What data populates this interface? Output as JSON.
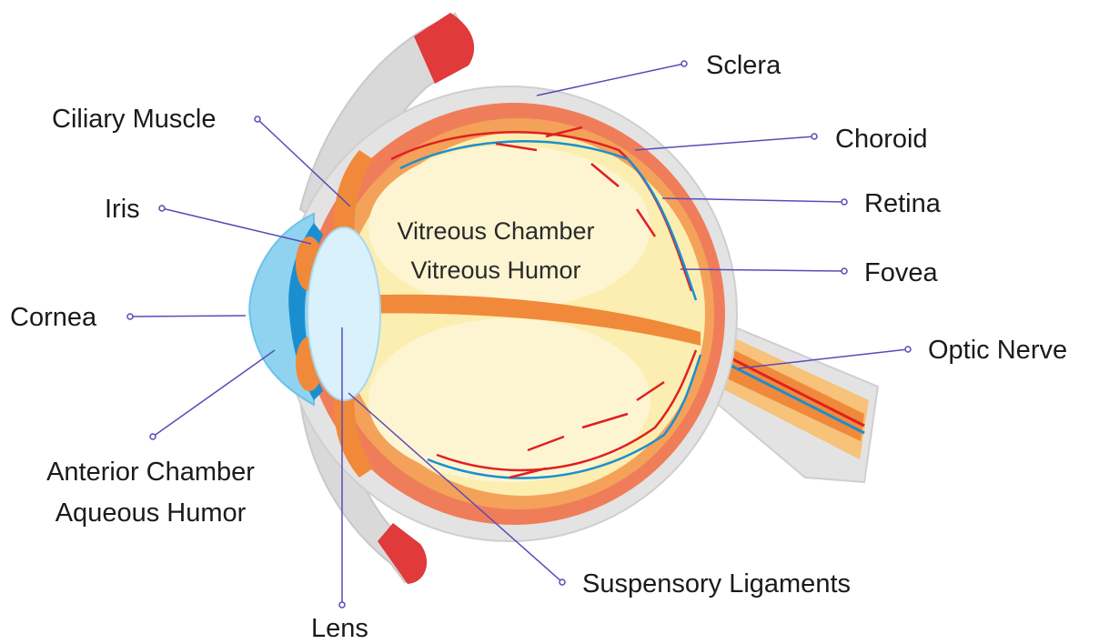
{
  "labels": {
    "sclera": "Sclera",
    "choroid": "Choroid",
    "retina": "Retina",
    "fovea": "Fovea",
    "optic_nerve": "Optic Nerve",
    "ciliary_muscle": "Ciliary Muscle",
    "iris": "Iris",
    "cornea": "Cornea",
    "anterior_chamber": "Anterior Chamber",
    "aqueous_humor": "Aqueous Humor",
    "lens": "Lens",
    "suspensory_ligaments": "Suspensory Ligaments",
    "vitreous_chamber": "Vitreous Chamber",
    "vitreous_humor": "Vitreous Humor"
  },
  "colors": {
    "leader_line": "#5b4bb7",
    "sclera_grey": "#e3e3e3",
    "choroid_red": "#f07d5a",
    "retina_orange": "#f4a259",
    "vitreous_yellow": "#fbeeb0",
    "lens_blue": "#d9f1fb",
    "cornea_blue": "#8fd3f0",
    "iris_blue": "#1a8fd0",
    "muscle_red": "#e03a3a"
  }
}
